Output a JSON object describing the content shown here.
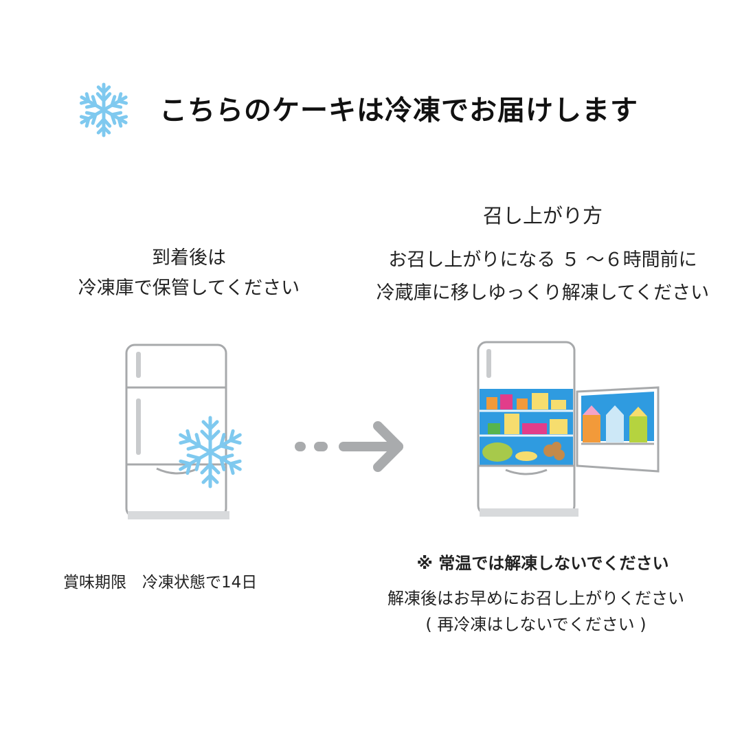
{
  "header": {
    "title": "こちらのケーキは冷凍でお届けします",
    "icon": "snowflake-icon"
  },
  "left": {
    "instruction_line1": "到着後は",
    "instruction_line2": "冷凍庫で保管してください",
    "expiry": "賞味期限　冷凍状態で14日",
    "illustration": "frozen-fridge"
  },
  "right": {
    "method_title": "召し上がり方",
    "method_line1": "お召し上がりになる ５ ～６時間前に",
    "method_line2": "冷蔵庫に移しゆっくり解凍してください",
    "warning": "※ 常温では解凍しないでください",
    "note_line1": "解凍後はお早めにお召し上がりください",
    "note_line2": "( 再冷凍はしないでください )",
    "illustration": "open-fridge"
  },
  "colors": {
    "snowflake": "#7fc9ef",
    "arrow": "#a9abad",
    "fridge_outline": "#a7a9ab",
    "fridge_inside": "#2f9be0"
  }
}
